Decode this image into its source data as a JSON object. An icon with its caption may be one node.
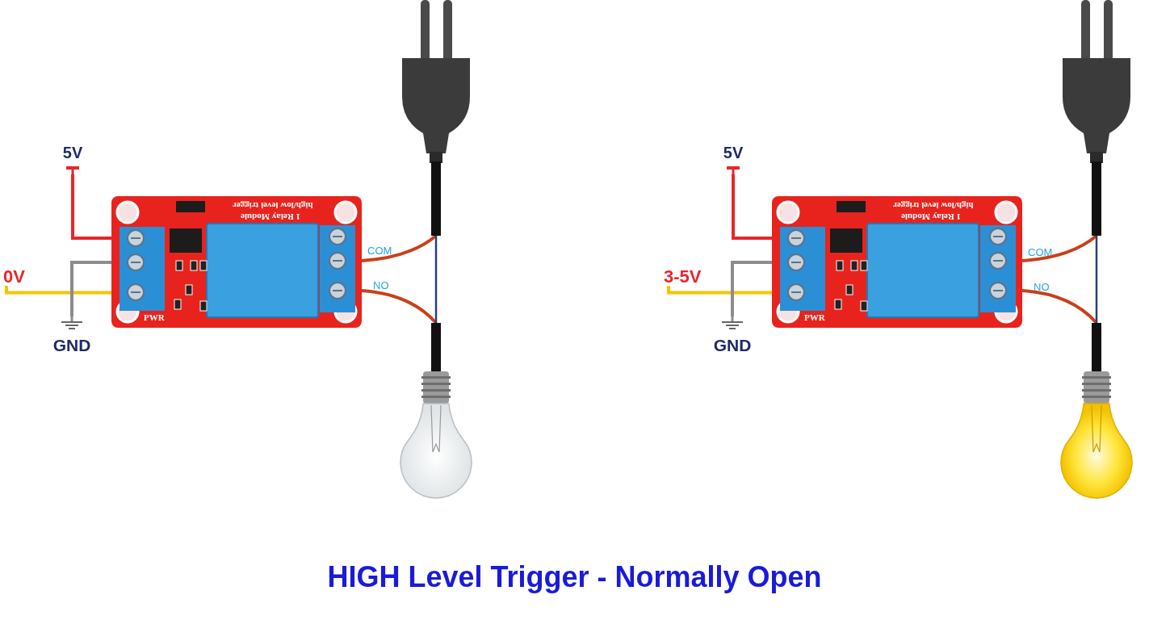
{
  "diagram": {
    "title": "HIGH Level Trigger - Normally Open",
    "nodes": [
      {
        "text": [
          "5V"
        ]
      },
      {
        "text": [
          "0V"
        ]
      },
      {
        "text": [
          "GND"
        ]
      },
      {
        "text": [
          "high/low level trigger",
          "1 Relay Module",
          "PWR"
        ]
      },
      {
        "text": [],
        "shape": "picture"
      },
      {
        "text": [],
        "shape": "picture"
      },
      {
        "text": [
          "5V"
        ]
      },
      {
        "text": [
          "3-5V"
        ]
      },
      {
        "text": [
          "GND"
        ]
      },
      {
        "text": [
          "high/low level trigger",
          "1 Relay Module",
          "PWR"
        ]
      },
      {
        "text": [],
        "shape": "picture"
      },
      {
        "text": [],
        "shape": "picture"
      }
    ],
    "edges": [
      {
        "from": 0,
        "to": 3,
        "arrow": "none",
        "color": "#e8262a"
      },
      {
        "from": 1,
        "to": 3,
        "arrow": "none",
        "color": "#f5c400"
      },
      {
        "from": 2,
        "to": 3,
        "arrow": "none",
        "color": "#8c8c8c"
      },
      {
        "from": 3,
        "to": 4,
        "arrow": "none",
        "color": "#c8401a"
      },
      {
        "from": 3,
        "to": 5,
        "arrow": "none",
        "color": "#c8401a"
      },
      {
        "from": 4,
        "to": 5,
        "arrow": "none",
        "color": "#2a3f7a"
      },
      {
        "from": 6,
        "to": 9,
        "arrow": "none",
        "color": "#e8262a"
      },
      {
        "from": 7,
        "to": 9,
        "arrow": "none",
        "color": "#f5c400"
      },
      {
        "from": 8,
        "to": 9,
        "arrow": "none",
        "color": "#8c8c8c"
      },
      {
        "from": 9,
        "to": 10,
        "arrow": "none",
        "color": "#c8401a"
      },
      {
        "from": 9,
        "to": 11,
        "arrow": "none",
        "color": "#c8401a"
      },
      {
        "from": 10,
        "to": 11,
        "arrow": "none",
        "color": "#2a3f7a"
      }
    ],
    "labels": [
      "COM",
      "NO",
      "COM",
      "NO"
    ]
  }
}
